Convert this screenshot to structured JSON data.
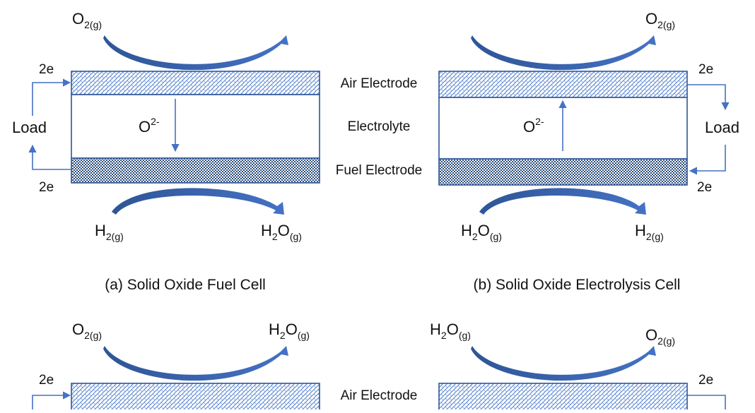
{
  "layers": {
    "air": "Air Electrode",
    "electrolyte": "Electrolyte",
    "fuel": "Fuel Electrode"
  },
  "panels": [
    {
      "caption": "(a) Solid Oxide Fuel Cell",
      "top_left": {
        "base": "O",
        "sub": "2(g)"
      },
      "ion": {
        "base": "O",
        "sup": "2-"
      },
      "ion_direction": "down",
      "bottom_left": {
        "base": "H",
        "sub": "2(g)"
      },
      "bottom_right": {
        "parts": [
          [
            "H",
            ""
          ],
          [
            "2",
            "sub"
          ],
          [
            "O",
            ""
          ],
          [
            "(g)",
            "sub"
          ]
        ]
      },
      "load": "Load",
      "electron_top": "2e",
      "electron_bottom": "2e"
    },
    {
      "caption": "(b) Solid Oxide Electrolysis Cell",
      "top_right": {
        "base": "O",
        "sub": "2(g)"
      },
      "ion": {
        "base": "O",
        "sup": "2-"
      },
      "ion_direction": "up",
      "bottom_left": {
        "parts": [
          [
            "H",
            ""
          ],
          [
            "2",
            "sub"
          ],
          [
            "O",
            ""
          ],
          [
            "(g)",
            "sub"
          ]
        ]
      },
      "bottom_right": {
        "base": "H",
        "sub": "2(g)"
      },
      "load": "Load",
      "electron_top": "2e",
      "electron_bottom": "2e"
    },
    {
      "top_left": {
        "base": "O",
        "sub": "2(g)"
      },
      "top_right": {
        "parts": [
          [
            "H",
            ""
          ],
          [
            "2",
            "sub"
          ],
          [
            "O",
            ""
          ],
          [
            "(g)",
            "sub"
          ]
        ]
      },
      "electron_top": "2e"
    },
    {
      "top_left": {
        "parts": [
          [
            "H",
            ""
          ],
          [
            "2",
            "sub"
          ],
          [
            "O",
            ""
          ],
          [
            "(g)",
            "sub"
          ]
        ]
      },
      "top_right": {
        "base": "O",
        "sub": "2(g)"
      },
      "electron_top": "2e"
    }
  ],
  "colors": {
    "arrow": "#4472c4",
    "arrow_dark": "#2f5597",
    "border": "#2f5597"
  }
}
